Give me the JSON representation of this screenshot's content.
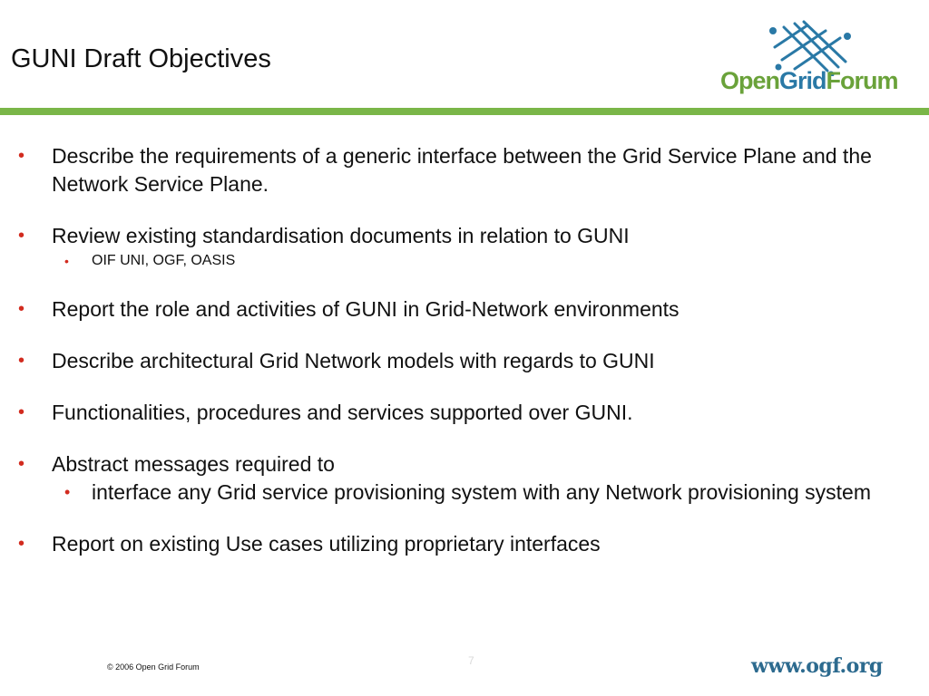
{
  "slide": {
    "title": "GUNI Draft Objectives",
    "logo": {
      "open": "Open",
      "grid": "Grid",
      "forum": "Forum"
    },
    "bullets": [
      "Describe the requirements of a generic interface between the Grid Service Plane and the Network Service Plane.",
      "Review existing standardisation documents in relation to GUNI",
      "OIF UNI, OGF, OASIS",
      "Report the role and activities of GUNI in Grid-Network environments",
      "Describe architectural Grid Network models with regards to GUNI",
      "Functionalities, procedures and services supported over GUNI.",
      "Abstract messages required to",
      "interface any Grid service provisioning system with any Network provisioning system",
      "Report on existing Use cases utilizing proprietary interfaces"
    ],
    "footer": {
      "copyright": "© 2006 Open Grid Forum",
      "page_number": "7",
      "url": "www.ogf.org"
    }
  },
  "colors": {
    "accent_green": "#7ab648",
    "bullet_red": "#d22b1f",
    "logo_blue": "#2a79a6",
    "logo_green": "#6aa23a",
    "url_blue": "#2d6b8f"
  }
}
